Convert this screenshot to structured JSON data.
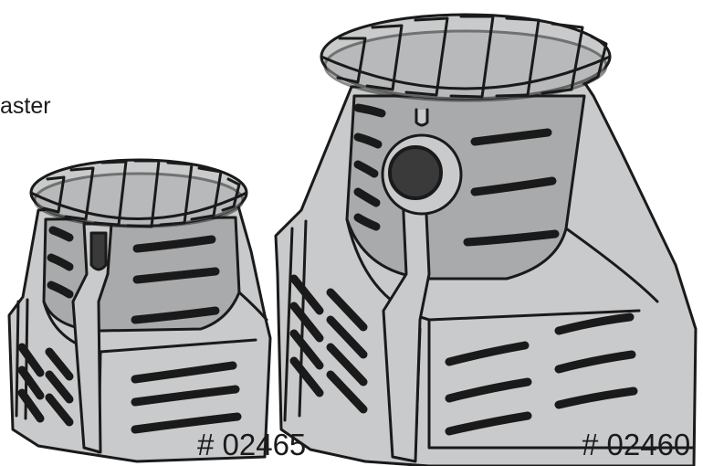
{
  "caption_fragment": "aster",
  "products": [
    {
      "label": "# 02465"
    },
    {
      "label": "# 02460"
    }
  ],
  "colors": {
    "housing": "#c9cacb",
    "housing_shadow": "#a9aaac",
    "slot": "#3a3a3a",
    "outline": "#1a1a1a",
    "background": "#ffffff"
  }
}
